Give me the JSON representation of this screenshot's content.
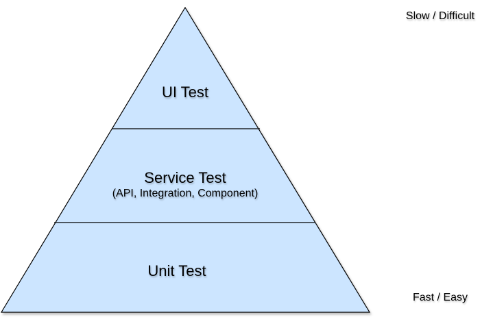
{
  "diagram": {
    "title_levels": [
      {
        "label": "UI Test"
      },
      {
        "label": "Service Test",
        "sublabel": "(API, Integration, Component)"
      },
      {
        "label": "Unit Test"
      }
    ],
    "axis": {
      "top_label": "Slow / Difficult",
      "bottom_label": "Fast / Easy"
    },
    "colors": {
      "fill": "#cce5ff",
      "stroke": "#000000"
    }
  }
}
